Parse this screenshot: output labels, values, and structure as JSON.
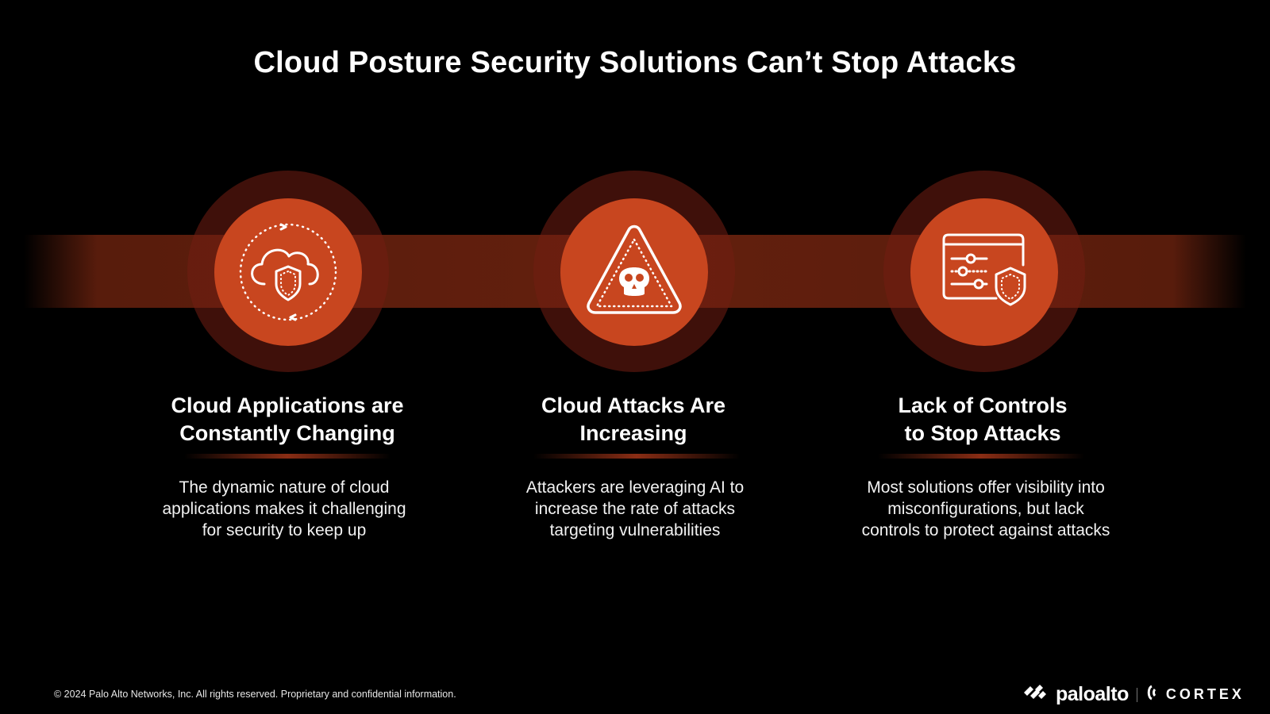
{
  "title": "Cloud Posture Security Solutions Can’t Stop Attacks",
  "columns": [
    {
      "icon": "cloud-shield-cycle-icon",
      "heading_line1": "Cloud Applications are",
      "heading_line2": "Constantly Changing",
      "body_line1": "The dynamic nature of cloud",
      "body_line2": "applications makes it challenging",
      "body_line3": "for security to keep up"
    },
    {
      "icon": "warning-skull-icon",
      "heading_line1": "Cloud Attacks Are",
      "heading_line2": "Increasing",
      "body_line1": "Attackers are leveraging AI to",
      "body_line2": "increase the rate of attacks",
      "body_line3": "targeting vulnerabilities"
    },
    {
      "icon": "controls-shield-icon",
      "heading_line1": "Lack of Controls",
      "heading_line2": "to Stop Attacks",
      "body_line1": "Most solutions offer visibility into",
      "body_line2": "misconfigurations, but lack",
      "body_line3": "controls to protect against attacks"
    }
  ],
  "footer": {
    "copyright": "© 2024 Palo Alto Networks, Inc. All rights reserved. Proprietary and confidential information."
  },
  "brand": {
    "paloalto": "paloalto",
    "cortex": "CORTEX",
    "accent": "#c8461f"
  }
}
